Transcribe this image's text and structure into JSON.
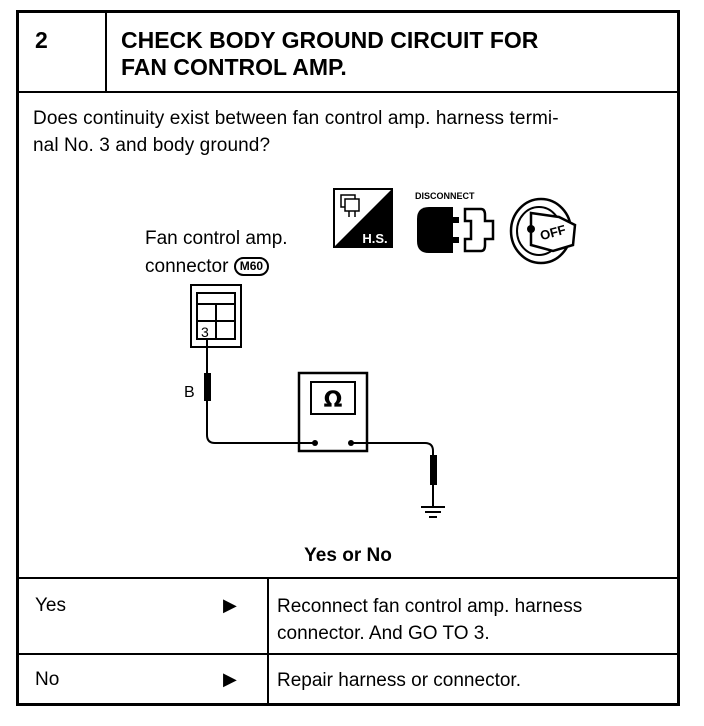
{
  "step": {
    "number": "2",
    "title_line1": "CHECK BODY GROUND CIRCUIT FOR",
    "title_line2": "FAN CONTROL AMP."
  },
  "question": {
    "line1": "Does continuity exist between fan control amp. harness termi-",
    "line2": "nal No. 3 and body ground?"
  },
  "diagram": {
    "connector_label_line1": "Fan control amp.",
    "connector_label_line2": "connector",
    "connector_id": "M60",
    "terminal": "3",
    "wire_color": "B",
    "meter_symbol": "Ω",
    "icon_hs": "H.S.",
    "icon_disconnect": "DISCONNECT",
    "icon_off": "OFF"
  },
  "result_prompt": "Yes or No",
  "results": [
    {
      "answer": "Yes",
      "arrow": "▶",
      "action_line1": "Reconnect fan control amp. harness",
      "action_line2": "connector. And GO TO 3."
    },
    {
      "answer": "No",
      "arrow": "▶",
      "action_line1": "Repair harness or connector."
    }
  ]
}
